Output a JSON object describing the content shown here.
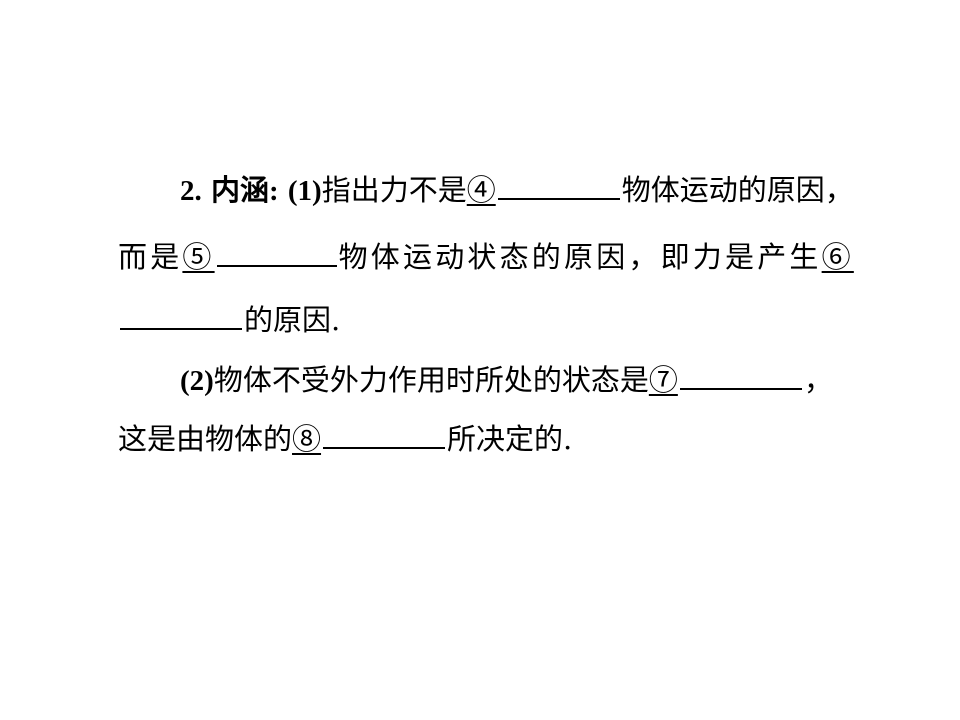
{
  "section": {
    "heading_num": "2.",
    "heading_label": "内涵",
    "heading_colon": ":",
    "p1_label": "(1)",
    "p1_text_a": "指出力不是",
    "blank4_num": "④",
    "p1_text_b": "物体运动的原因，",
    "p1_text_c": "而是",
    "blank5_num": "⑤",
    "p1_text_d": "物体运动状态的原因，即力是产生",
    "blank6_num": "⑥",
    "p1_text_e": "的原因.",
    "p2_label": "(2)",
    "p2_text_a": "物体不受外力作用时所处的状态是",
    "blank7_num": "⑦",
    "p2_text_b": "，",
    "p2_text_c": "这是由物体的",
    "blank8_num": "⑧",
    "p2_text_d": "所决定的."
  }
}
